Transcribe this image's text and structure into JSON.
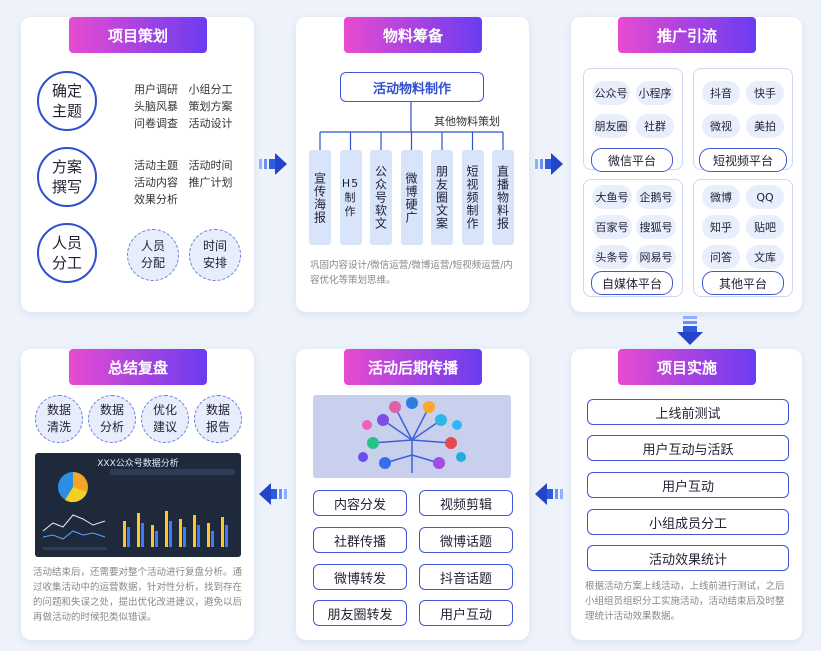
{
  "headers": {
    "p1": "项目策划",
    "p2": "物料筹备",
    "p3": "推广引流",
    "p4": "项目实施",
    "p5": "活动后期传播",
    "p6": "总结复盘"
  },
  "plan": {
    "c1": "确定主题",
    "c2": "方案撰写",
    "c3": "人员分工",
    "t1": [
      "用户调研",
      "小组分工",
      "头脑风暴",
      "策划方案",
      "问卷调查",
      "活动设计"
    ],
    "t2": [
      "活动主题",
      "活动时间",
      "活动内容",
      "推广计划",
      "效果分析"
    ],
    "d1": "人员分配",
    "d2": "时间安排"
  },
  "material": {
    "root": "活动物料制作",
    "other": "其他物料策划",
    "items": [
      "宣传海报",
      "H5制作",
      "公众号软文",
      "微博硬广",
      "朋友圈文案",
      "短视频制作",
      "直播物料报"
    ],
    "note": "巩固内容设计/微信运营/微博运营/短视频运营/内容优化等策划思维。"
  },
  "promo": {
    "wechat": {
      "chips": [
        "公众号",
        "小程序",
        "朋友圈",
        "社群"
      ],
      "label": "微信平台"
    },
    "video": {
      "chips": [
        "抖音",
        "快手",
        "微视",
        "美拍"
      ],
      "label": "短视频平台"
    },
    "media": {
      "chips": [
        "大鱼号",
        "企鹅号",
        "百家号",
        "搜狐号",
        "头条号",
        "网易号"
      ],
      "label": "自媒体平台"
    },
    "other": {
      "chips": [
        "微博",
        "QQ",
        "知乎",
        "贴吧",
        "问答",
        "文库"
      ],
      "label": "其他平台"
    }
  },
  "impl": {
    "steps": [
      "上线前测试",
      "用户互动与活跃",
      "用户互动",
      "小组成员分工",
      "活动效果统计"
    ],
    "note": "根据活动方案上线活动，上线前进行测试，之后小组组员组织分工实施活动，活动结束后及时整理统计活动效果数据。"
  },
  "spread": {
    "items": [
      "内容分发",
      "视频剪辑",
      "社群传播",
      "微博话题",
      "微博转发",
      "抖音话题",
      "朋友圈转发",
      "用户互动"
    ]
  },
  "review": {
    "circles": [
      "数据清洗",
      "数据分析",
      "优化建议",
      "数据报告"
    ],
    "dash_title": "XXX公众号数据分析",
    "note": "活动结束后，还需要对整个活动进行复盘分析。通过收集活动中的运营数据，针对性分析，找到存在的问题和失误之处，提出优化改进建议，避免以后再做活动的时候犯类似错误。"
  },
  "colors": {
    "accent": "#3e58d6",
    "header_from": "#e84bd1",
    "header_to": "#6b3cf0"
  }
}
